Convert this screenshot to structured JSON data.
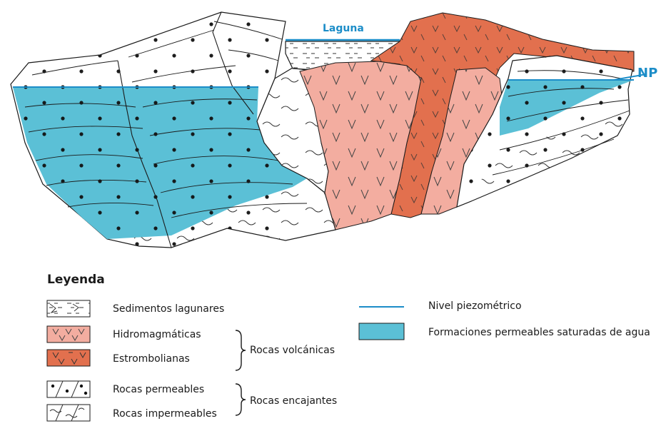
{
  "labels": {
    "lagoon": "Laguna",
    "piezometric_tag": "NP"
  },
  "legend": {
    "title": "Leyenda",
    "items": {
      "lake_sediments": "Sedimentos lagunares",
      "hydromagmatic": "Hidromagmáticas",
      "strombolian": "Estrombolianas",
      "permeable_rocks": "Rocas permeables",
      "impermeable_rocks": "Rocas impermeables",
      "piezometric_level": "Nivel piezométrico",
      "saturated_formations": "Formaciones permeables saturadas de agua"
    },
    "groups": {
      "volcanic": "Rocas volcánicas",
      "host": "Rocas encajantes"
    }
  },
  "colors": {
    "water": "#5bc0d6",
    "piezometric_line": "#1c8dc8",
    "hydromagmatic": "#f3ada0",
    "strombolian": "#e2704e",
    "outline": "#1a1a1a"
  }
}
